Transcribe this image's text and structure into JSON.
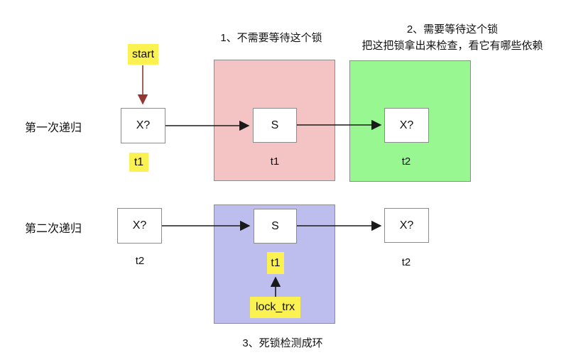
{
  "colors": {
    "region-pink": "#f4c3c3",
    "region-green": "#99f792",
    "region-blue": "#bdbeee",
    "highlight-yellow": "#fbf151",
    "arrow-black": "#1a1a1a",
    "arrow-red": "#943634",
    "box-border": "#8c8c8c",
    "text": "#111111"
  },
  "annotations": {
    "step1": "1、不需要等待这个锁",
    "step2_line1": "2、需要等待这个锁",
    "step2_line2": "把这把锁拿出来检查，看它有哪些依赖",
    "step3": "3、死锁检测成环"
  },
  "row1": {
    "label": "第一次递归",
    "start_badge": "start",
    "x_node": "X?",
    "x_badge": "t1",
    "pink_region": {
      "node": "S",
      "caption": "t1"
    },
    "green_region": {
      "node": "X?",
      "caption": "t2"
    }
  },
  "row2": {
    "label": "第二次递归",
    "x_node_left": "X?",
    "x_caption_left": "t2",
    "blue_region": {
      "node": "S",
      "badge": "t1",
      "lock_badge": "lock_trx"
    },
    "x_node_right": "X?",
    "x_caption_right": "t2"
  }
}
